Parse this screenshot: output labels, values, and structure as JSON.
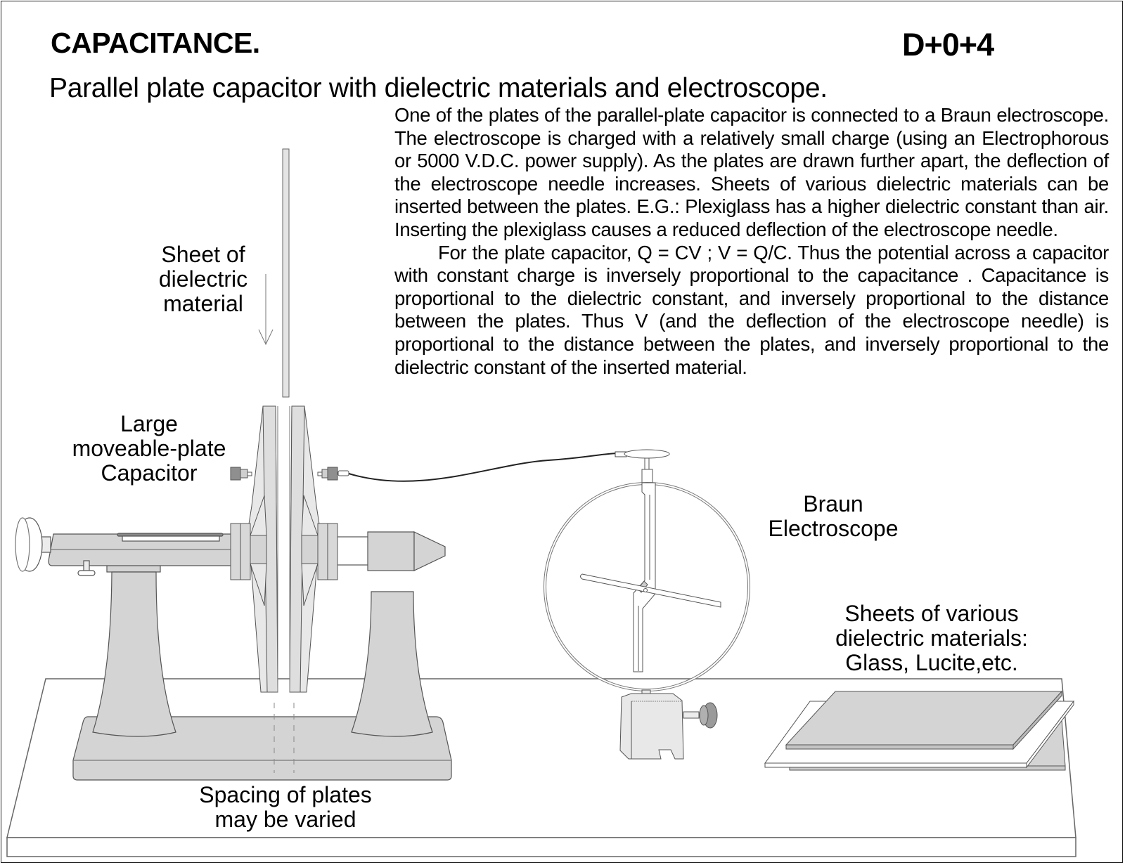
{
  "header": {
    "title": "CAPACITANCE.",
    "code": "D+0+4",
    "subtitle": "Parallel plate capacitor with dielectric materials and electroscope."
  },
  "description": {
    "paragraph_1": "One of the plates of the parallel-plate capacitor is connected to a Braun electroscope.  The electroscope is charged with a relatively small charge (using an Electrophorous or 5000 V.D.C. power supply). As the plates are drawn further apart, the deflection of the electroscope needle increases. Sheets of various dielectric materials can be inserted between the plates. E.G.: Plexiglass has a higher dielectric constant than air.  Inserting the plexiglass causes a reduced deflection of the electroscope needle.",
    "paragraph_2": "For the  plate capacitor, Q = CV ;  V = Q/C.  Thus the potential across a capacitor with constant charge is inversely proportional to the capacitance .  Capacitance is proportional to  the dielectric constant, and inversely proportional to the distance between the plates.  Thus V (and the deflection of the electroscope needle) is proportional to the distance between the plates, and inversely proportional to the dielectric constant of the inserted material."
  },
  "labels": {
    "dielectric_sheet": [
      "Sheet of",
      "dielectric",
      "material"
    ],
    "capacitor": [
      "Large",
      "moveable-plate",
      "Capacitor"
    ],
    "electroscope": [
      "Braun",
      "Electroscope"
    ],
    "sheets": [
      "Sheets of various",
      "dielectric materials:",
      "Glass, Lucite,etc."
    ],
    "spacing": [
      "Spacing of plates",
      "may be varied"
    ]
  },
  "colors": {
    "fill_light": "#e4e4e4",
    "fill_mid": "#d4d4d4",
    "fill_dark": "#9a9a9a",
    "outline": "#555555",
    "text": "#000000"
  }
}
